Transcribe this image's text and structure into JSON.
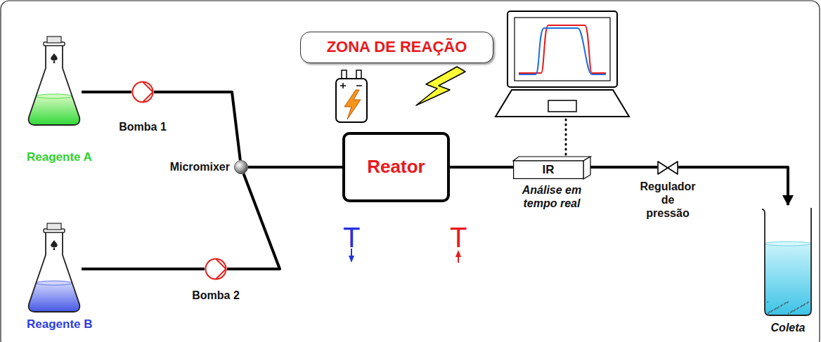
{
  "diagram": {
    "nodes": [
      {
        "text": [
          "Reagente A"
        ]
      },
      {
        "text": [
          "Bomba 1"
        ]
      },
      {
        "text": [
          "Micromixer"
        ]
      },
      {
        "text": [
          "Reagente B"
        ]
      },
      {
        "text": [
          "Bomba 2"
        ]
      },
      {
        "text": [
          "ZONA DE REAÇÃO"
        ]
      },
      {
        "text": [
          "Reator"
        ]
      },
      {
        "text": [
          "IR",
          "Análise em tempo real"
        ]
      },
      {
        "text": [
          "Regulador de pressão"
        ]
      },
      {
        "text": [
          "Coleta"
        ]
      }
    ],
    "edges": [
      {
        "from": 0,
        "to": 1,
        "arrow": "none"
      },
      {
        "from": 1,
        "to": 2,
        "arrow": "none"
      },
      {
        "from": 3,
        "to": 4,
        "arrow": "none"
      },
      {
        "from": 4,
        "to": 2,
        "arrow": "none"
      },
      {
        "from": 2,
        "to": 6,
        "arrow": "none"
      },
      {
        "from": 6,
        "to": 7,
        "arrow": "none"
      },
      {
        "from": 7,
        "to": 8,
        "arrow": "none"
      },
      {
        "from": 8,
        "to": 9,
        "arrow": "to"
      }
    ],
    "labels": [
      "T",
      "T"
    ]
  }
}
